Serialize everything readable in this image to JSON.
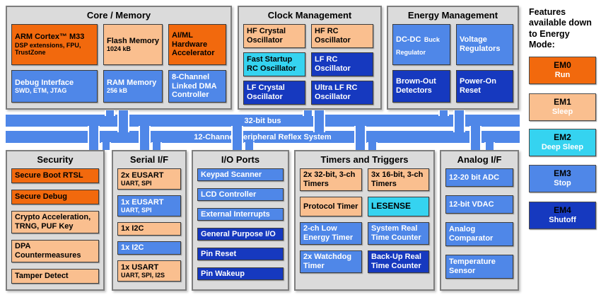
{
  "palette": {
    "orange": "#F2690D",
    "peach": "#FABF8F",
    "cyan": "#35D3F0",
    "medium_blue": "#4F87E8",
    "dark_blue": "#1639BF",
    "bus_blue": "#4F87E8",
    "section_bg": "#DBDBDB",
    "section_border": "#7E7E7E"
  },
  "buses": [
    {
      "label": "32-bit bus"
    },
    {
      "label": "12-Channel Peripheral Reflex System"
    }
  ],
  "sections": {
    "core_memory": {
      "title": "Core / Memory",
      "blocks": [
        {
          "label": "ARM Cortex™ M33",
          "sub": "DSP extensions, FPU, TrustZone",
          "color": "orange"
        },
        {
          "label": "Flash Memory",
          "sub": "1024 kB",
          "color": "peach"
        },
        {
          "label": "AI/ML Hardware Accelerator",
          "color": "orange"
        },
        {
          "label": "Debug Interface",
          "sub": "SWD, ETM, JTAG",
          "color": "medium_blue"
        },
        {
          "label": "RAM Memory",
          "sub": "256 kB",
          "color": "medium_blue"
        },
        {
          "label": "8-Channel Linked DMA Controller",
          "color": "medium_blue"
        }
      ]
    },
    "clock_management": {
      "title": "Clock Management",
      "blocks": [
        {
          "label": "HF Crystal Oscillator",
          "color": "peach"
        },
        {
          "label": "HF RC Oscillator",
          "color": "peach"
        },
        {
          "label": "Fast Startup RC Oscillator",
          "color": "cyan"
        },
        {
          "label": "LF RC Oscillator",
          "color": "dark_blue"
        },
        {
          "label": "LF Crystal Oscillator",
          "color": "dark_blue"
        },
        {
          "label": "Ultra LF RC Oscillator",
          "color": "dark_blue"
        }
      ]
    },
    "energy_management": {
      "title": "Energy Management",
      "blocks": [
        {
          "label": "DC-DC",
          "sub": "Buck Regulator",
          "color": "medium_blue"
        },
        {
          "label": "Voltage Regulators",
          "color": "medium_blue"
        },
        {
          "label": "Brown-Out Detectors",
          "color": "dark_blue"
        },
        {
          "label": "Power-On Reset",
          "color": "dark_blue"
        }
      ]
    },
    "security": {
      "title": "Security",
      "blocks": [
        {
          "label": "Secure Boot RTSL",
          "color": "orange"
        },
        {
          "label": "Secure Debug",
          "color": "orange"
        },
        {
          "label": "Crypto Acceleration, TRNG, PUF Key",
          "color": "peach"
        },
        {
          "label": "DPA Countermeasures",
          "color": "peach"
        },
        {
          "label": "Tamper Detect",
          "color": "peach"
        }
      ]
    },
    "serial_if": {
      "title": "Serial I/F",
      "blocks": [
        {
          "label": "2x EUSART",
          "sub": "UART, SPI",
          "color": "peach"
        },
        {
          "label": "1x EUSART",
          "sub": "UART, SPI",
          "color": "medium_blue"
        },
        {
          "label": "1x I2C",
          "color": "peach"
        },
        {
          "label": "1x I2C",
          "color": "medium_blue"
        },
        {
          "label": "1x USART",
          "sub": "UART, SPI, I2S",
          "color": "peach"
        }
      ]
    },
    "io_ports": {
      "title": "I/O Ports",
      "blocks": [
        {
          "label": "Keypad Scanner",
          "color": "medium_blue"
        },
        {
          "label": "LCD Controller",
          "color": "medium_blue"
        },
        {
          "label": "External Interrupts",
          "color": "medium_blue"
        },
        {
          "label": "General Purpose I/O",
          "color": "dark_blue"
        },
        {
          "label": "Pin Reset",
          "color": "dark_blue"
        },
        {
          "label": "Pin Wakeup",
          "color": "dark_blue"
        }
      ]
    },
    "timers_triggers": {
      "title": "Timers and Triggers",
      "blocks": [
        {
          "label": "2x 32-bit, 3-ch Timers",
          "color": "peach"
        },
        {
          "label": "3x 16-bit, 3-ch Timers",
          "color": "peach"
        },
        {
          "label": "Protocol Timer",
          "color": "peach"
        },
        {
          "label": "LESENSE",
          "color": "cyan"
        },
        {
          "label": "2-ch Low Energy Timer",
          "color": "medium_blue"
        },
        {
          "label": "System Real Time Counter",
          "color": "medium_blue"
        },
        {
          "label": "2x Watchdog Timer",
          "color": "medium_blue"
        },
        {
          "label": "Back-Up Real Time Counter",
          "color": "dark_blue"
        }
      ]
    },
    "analog_if": {
      "title": "Analog I/F",
      "blocks": [
        {
          "label": "12-20 bit ADC",
          "color": "medium_blue"
        },
        {
          "label": "12-bit VDAC",
          "color": "medium_blue"
        },
        {
          "label": "Analog Comparator",
          "color": "medium_blue"
        },
        {
          "label": "Temperature Sensor",
          "color": "medium_blue"
        }
      ]
    }
  },
  "legend": {
    "heading": "Features available down to Energy Mode:",
    "modes": [
      {
        "label": "EM0",
        "sub": "Run",
        "color": "orange"
      },
      {
        "label": "EM1",
        "sub": "Sleep",
        "color": "peach"
      },
      {
        "label": "EM2",
        "sub": "Deep Sleep",
        "color": "cyan"
      },
      {
        "label": "EM3",
        "sub": "Stop",
        "color": "medium_blue"
      },
      {
        "label": "EM4",
        "sub": "Shutoff",
        "color": "dark_blue"
      }
    ]
  }
}
